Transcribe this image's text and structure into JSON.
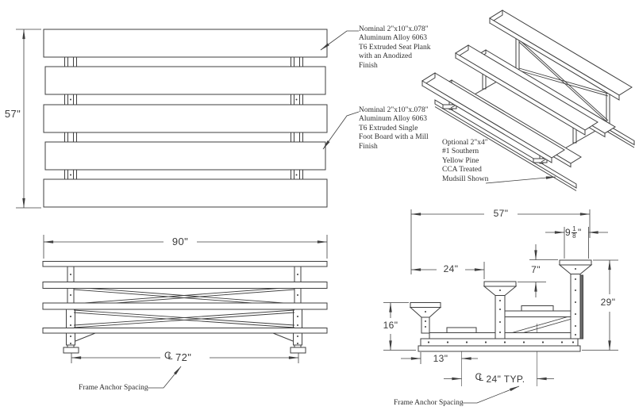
{
  "drawing": {
    "background": "#ffffff",
    "line_color": "#3f3f3f",
    "text_color": "#2e2e2e"
  },
  "plan_view": {
    "dim_depth": "57\"",
    "note_seat_plank": "Nominal 2\"x10\"x.078\"\nAluminum Alloy 6063\nT6 Extruded Seat Plank\nwith an Anodized\nFinish",
    "note_foot_board": "Nominal 2\"x10\"x.078\"\nAluminum Alloy 6063\nT6 Extruded Single\nFoot Board with a Mill\nFinish"
  },
  "iso_view": {
    "note_mudsill": "Optional 2\"x4\"\n#1 Southern\nYellow Pine\nCCA Treated\nMudsill Shown"
  },
  "front_view": {
    "dim_length": "90\"",
    "dim_anchor_spacing": "72\"",
    "anchor_label": "Frame Anchor Spacing"
  },
  "side_view": {
    "dim_depth": "57\"",
    "dim_seat_width": {
      "whole": "9",
      "num": "1",
      "den": "8",
      "unit": "\""
    },
    "dim_row_spacing": "24\"",
    "dim_rise": "7\"",
    "dim_first_seat_height": "16\"",
    "dim_overall_height": "29\"",
    "dim_anchor_offset": "13\"",
    "dim_anchor_typ": "24\" TYP.",
    "anchor_label": "Frame Anchor Spacing"
  },
  "symbols": {
    "centerline_c": "C",
    "centerline_l": "L"
  }
}
